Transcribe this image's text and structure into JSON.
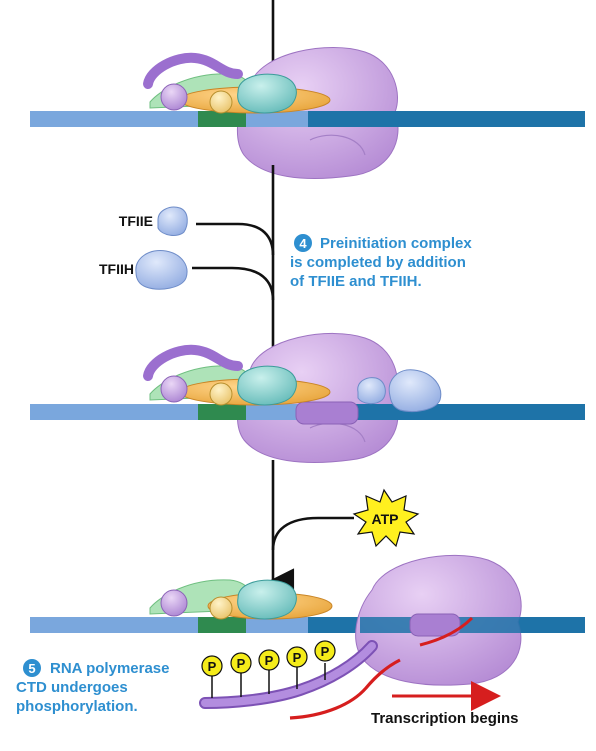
{
  "labels": {
    "tfiie": "TFIIE",
    "tfiih": "TFIIH",
    "atp": "ATP",
    "transcription": "Transcription begins",
    "phospho_letter": "P"
  },
  "steps": [
    {
      "number": "4",
      "lines": [
        "Preinitiation complex",
        "is completed by addition",
        "of TFIIE and TFIIH."
      ]
    },
    {
      "number": "5",
      "lines": [
        "RNA polymerase",
        "CTD undergoes",
        "phosphorylation."
      ]
    }
  ],
  "colors": {
    "dna_light": "#7aa7dd",
    "dna_dark": "#1e73a8",
    "tata_box": "#2f8a4f",
    "polymerase": "#c79be0",
    "tfiid_green": "#aee3b8",
    "tfiib_orange": "#f1b04a",
    "tfiif_teal": "#8fd4d0",
    "tfiie_tfiih_blue": "#a9c0ec",
    "ctd_tail": "#9b6fcf",
    "phosphate": "#f5ec1a",
    "atp_burst": "#fff01f",
    "rna": "#d61e1e",
    "step_blue": "#2e8fd0"
  }
}
